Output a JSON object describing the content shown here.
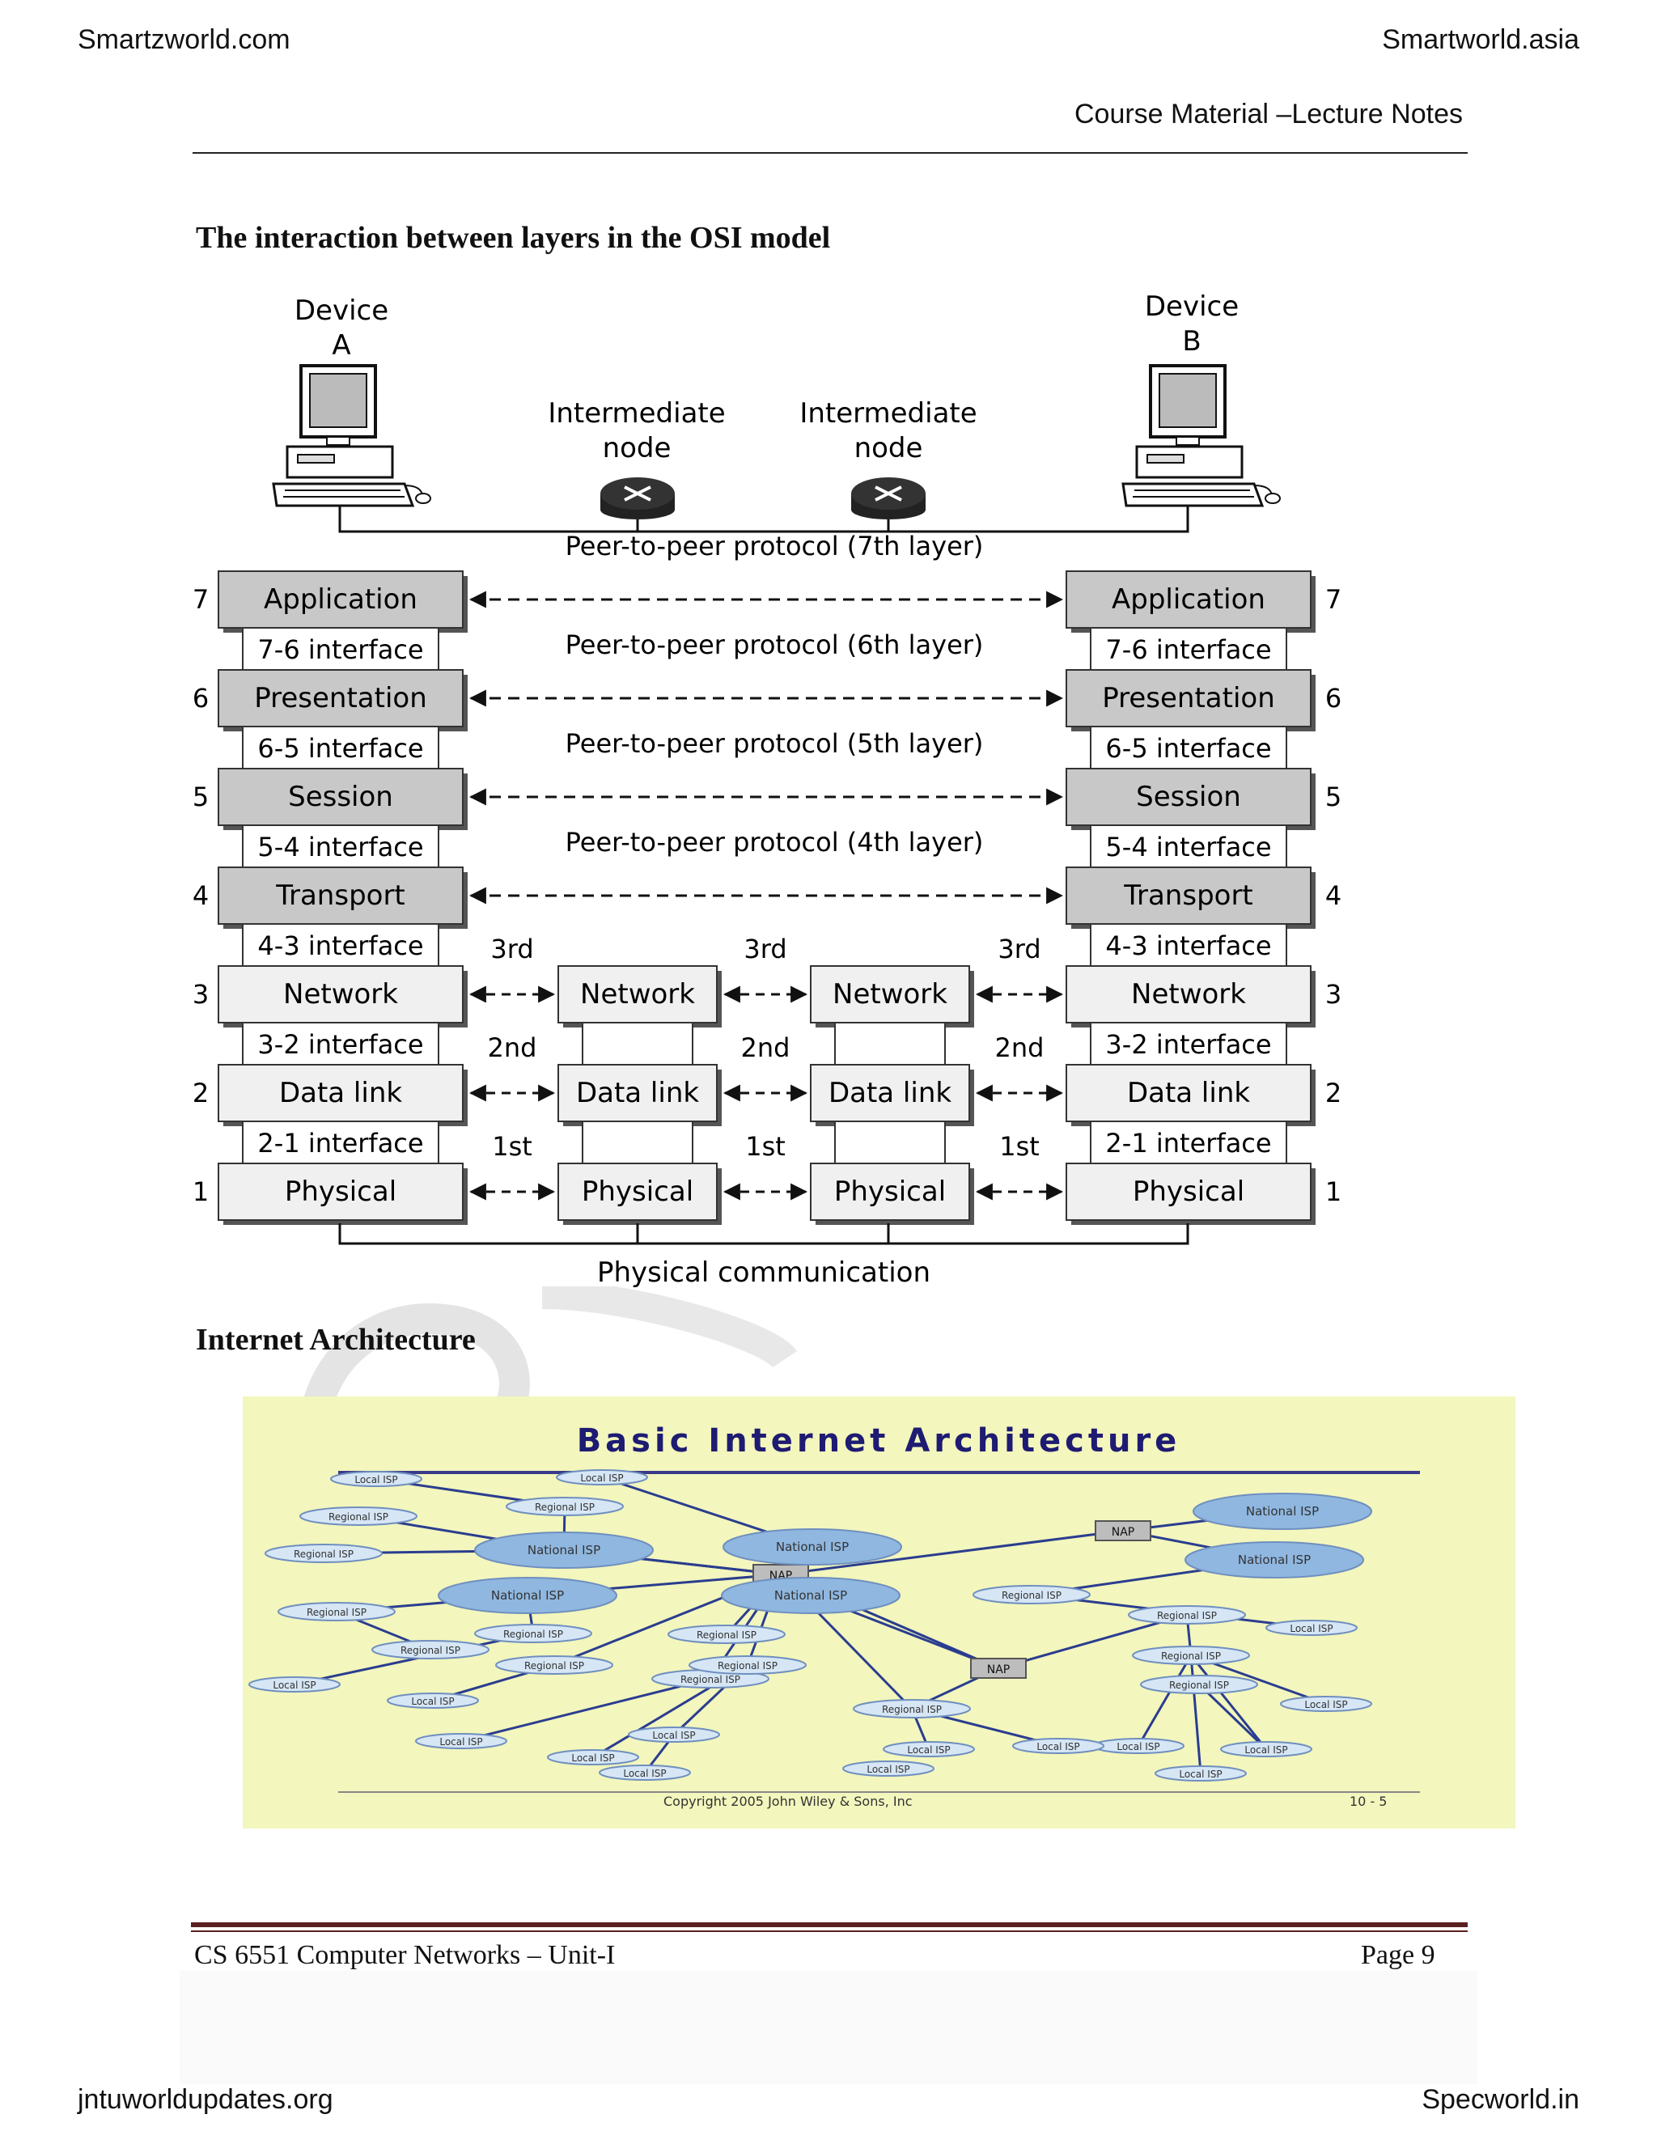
{
  "top_left": "Smartzworld.com",
  "top_right": "Smartworld.asia",
  "header_right": "Course Material –Lecture Notes",
  "section1_title": "The interaction between layers in the OSI model",
  "osi": {
    "device_a": [
      "Device",
      "A"
    ],
    "device_b": [
      "Device",
      "B"
    ],
    "intermediate_node": [
      "Intermediate",
      "node"
    ],
    "layers": [
      {
        "num": "7",
        "name": "Application"
      },
      {
        "num": "6",
        "name": "Presentation"
      },
      {
        "num": "5",
        "name": "Session"
      },
      {
        "num": "4",
        "name": "Transport"
      },
      {
        "num": "3",
        "name": "Network"
      },
      {
        "num": "2",
        "name": "Data link"
      },
      {
        "num": "1",
        "name": "Physical"
      }
    ],
    "interfaces": [
      "7-6 interface",
      "6-5 interface",
      "5-4 interface",
      "4-3 interface",
      "3-2 interface",
      "2-1 interface"
    ],
    "peer_protocols": [
      "Peer-to-peer protocol (7th layer)",
      "Peer-to-peer protocol (6th layer)",
      "Peer-to-peer protocol (5th layer)",
      "Peer-to-peer protocol (4th layer)"
    ],
    "hop_labels": [
      "3rd",
      "2nd",
      "1st"
    ],
    "intermediate_layers": [
      "Network",
      "Data link",
      "Physical"
    ],
    "physical_communication": "Physical communication"
  },
  "section2_title": "Internet Architecture",
  "internet": {
    "title": "Basic Internet Architecture",
    "nap": "NAP",
    "national_isp": "National ISP",
    "regional_isp": "Regional ISP",
    "local_isp": "Local ISP",
    "copyright": "Copyright 2005 John Wiley & Sons, Inc",
    "slide_no": "10 - 5"
  },
  "footer_left": "CS 6551 Computer Networks – Unit-I",
  "footer_right": "Page 9",
  "bottom_left": "jntuworldupdates.org",
  "bottom_right": "Specworld.in"
}
